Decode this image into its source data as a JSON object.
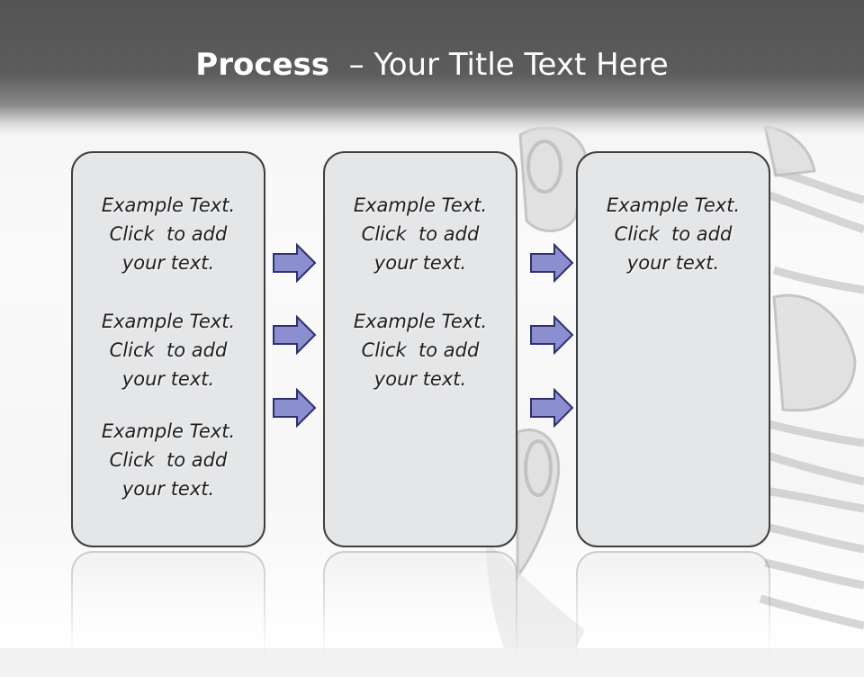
{
  "slide": {
    "title_bold": "Process",
    "title_rest": "– Your Title Text Here"
  },
  "columns": [
    {
      "blocks": [
        {
          "line1": "Example Text.",
          "line2": "Click  to add",
          "line3": "your text."
        },
        {
          "line1": "Example Text.",
          "line2": "Click  to add",
          "line3": "your text."
        },
        {
          "line1": "Example Text.",
          "line2": "Click  to add",
          "line3": "your text."
        }
      ]
    },
    {
      "blocks": [
        {
          "line1": "Example Text.",
          "line2": "Click  to add",
          "line3": "your text."
        },
        {
          "line1": "Example Text.",
          "line2": "Click  to add",
          "line3": "your text."
        }
      ]
    },
    {
      "blocks": [
        {
          "line1": "Example Text.",
          "line2": "Click  to add",
          "line3": "your text."
        }
      ]
    }
  ],
  "colors": {
    "arrow_fill": "#8b8fd0",
    "arrow_stroke": "#2d2f6e",
    "box_fill": "#e5e6e8",
    "box_border": "#3f3f3f",
    "header_gray": "#555555"
  },
  "arrow_icon": "right-arrow-icon"
}
